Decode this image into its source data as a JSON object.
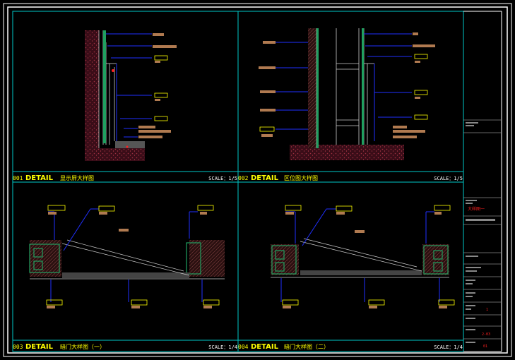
{
  "panels": [
    {
      "num": "001",
      "detail": "DETAIL",
      "title": "显示屏大样图",
      "scale": "SCALE：1/5"
    },
    {
      "num": "002",
      "detail": "DETAIL",
      "title": "区位图大样图",
      "scale": "SCALE：1/5"
    },
    {
      "num": "003",
      "detail": "DETAIL",
      "title": "暗门大样图（一）",
      "scale": "SCALE：1/4"
    },
    {
      "num": "004",
      "detail": "DETAIL",
      "title": "暗门大样图（二）",
      "scale": "SCALE：1/4"
    }
  ],
  "title_block": {
    "red_label": "大样图一",
    "red_num_1": "1",
    "red_num_2": "2-03",
    "red_num_3": "01"
  },
  "colors": {
    "frame_white": "#ffffff",
    "panel_cyan": "#00c8c8",
    "leader_blue": "#2030ff",
    "tag_yellow": "#ffff00",
    "note_tan": "#b07a50",
    "concrete_red": "#7a2030",
    "wall_green": "#20a060",
    "red_text": "#ff2020"
  }
}
